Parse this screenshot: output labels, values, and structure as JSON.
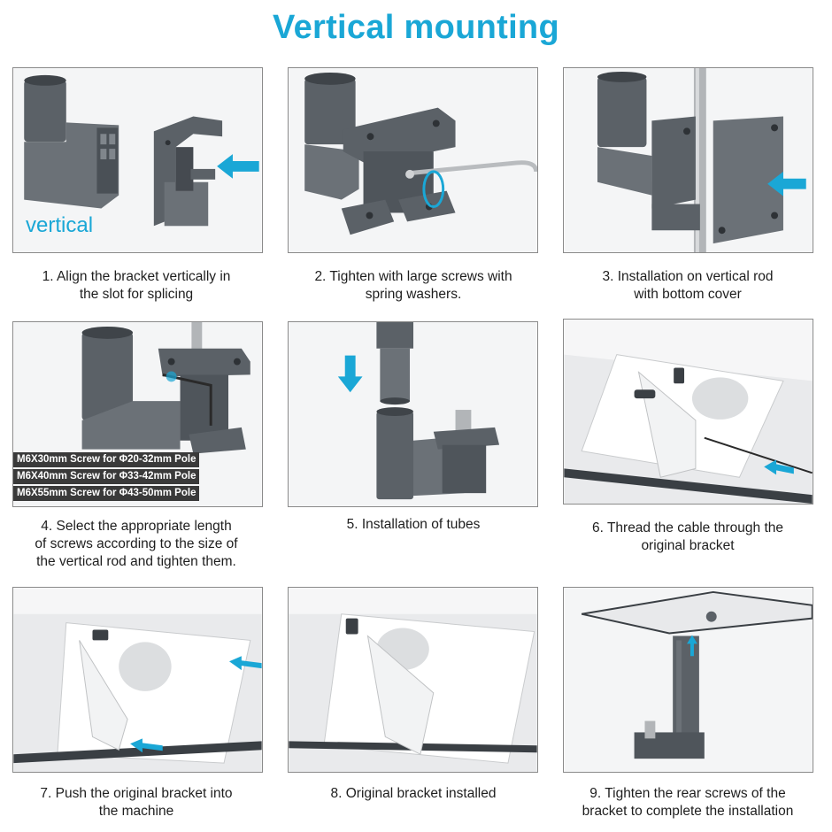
{
  "title": "Vertical mounting",
  "colors": {
    "accent": "#1aa7d6",
    "bracket": "#5b6167",
    "panel_border": "#8a8a8a",
    "screw_label_bg": "#3a3a3a"
  },
  "panels": [
    {
      "caption": [
        "1. Align the bracket vertically in",
        "the slot for splicing"
      ],
      "overlay_label": "vertical",
      "icons": [
        "elbow-tube",
        "bracket",
        "arrow-left-icon"
      ]
    },
    {
      "caption": [
        "2. Tighten with large screws with",
        "spring washers."
      ],
      "icons": [
        "elbow-tube",
        "bracket",
        "hex-key-icon",
        "rotate-icon"
      ]
    },
    {
      "caption": [
        "3. Installation on vertical rod",
        "with bottom cover"
      ],
      "icons": [
        "elbow-tube",
        "bracket",
        "vertical-rod",
        "arrow-left-icon"
      ]
    },
    {
      "caption": [
        "4. Select the appropriate length",
        "of screws  according to the size of",
        "the vertical rod and tighten them."
      ],
      "screw_labels": [
        "M6X30mm Screw for Φ20-32mm Pole",
        "M6X40mm Screw for Φ33-42mm Pole",
        "M6X55mm Screw for Φ43-50mm Pole"
      ],
      "icons": [
        "elbow-tube",
        "bracket",
        "hex-key-icon"
      ]
    },
    {
      "caption": [
        "5. Installation of tubes"
      ],
      "icons": [
        "tube",
        "arrow-down-icon",
        "elbow-tube",
        "bracket"
      ]
    },
    {
      "caption": [
        "6. Thread the cable through the",
        "original bracket"
      ],
      "icons": [
        "monitor-base",
        "cable",
        "arrow-left-icon"
      ]
    },
    {
      "caption": [
        "7. Push the original bracket into",
        "the machine"
      ],
      "icons": [
        "monitor-base",
        "arrow-left-icon"
      ]
    },
    {
      "caption": [
        "8. Original bracket installed"
      ],
      "icons": [
        "monitor-base"
      ]
    },
    {
      "caption": [
        "9. Tighten the rear screws of the",
        "bracket to complete the installation"
      ],
      "icons": [
        "monitor",
        "tube",
        "arrow-up-icon"
      ]
    }
  ]
}
